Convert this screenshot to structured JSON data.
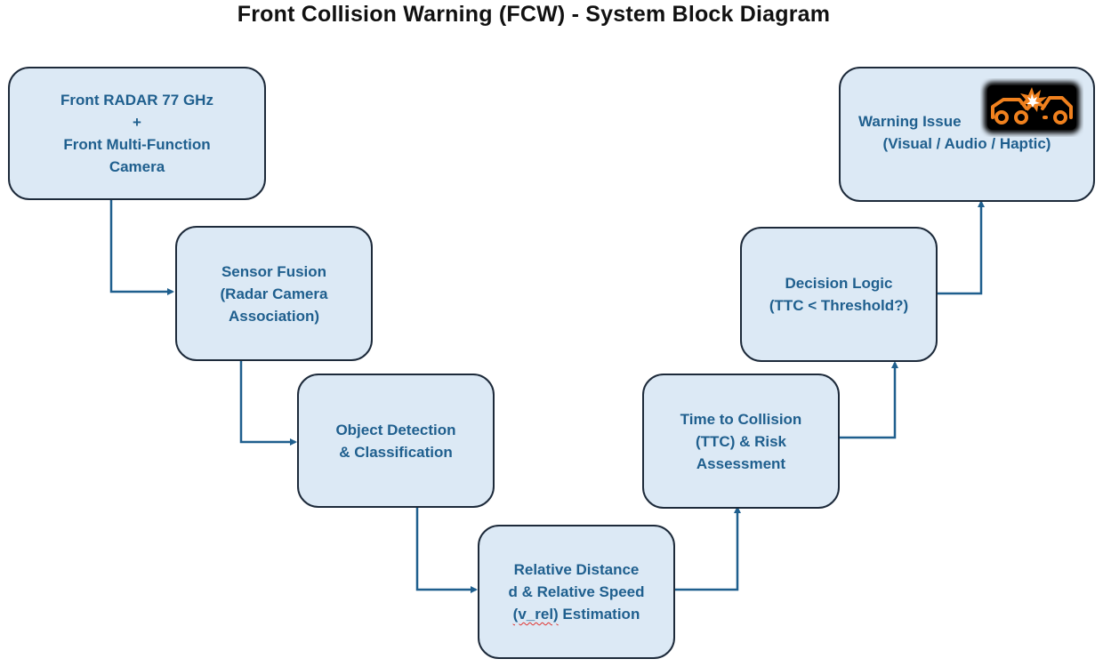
{
  "title": "Front Collision Warning (FCW) -  System Block Diagram",
  "colors": {
    "box_fill": "#dce9f5",
    "box_border": "#1d2a3a",
    "box_text": "#1f5f8e",
    "connector": "#1f5f8e",
    "icon_orange": "#f0811e"
  },
  "nodes": {
    "sensors": {
      "line1": "Front RADAR 77 GHz",
      "line2": "+",
      "line3": "Front Multi-Function",
      "line4": "Camera"
    },
    "fusion": {
      "line1": "Sensor Fusion",
      "line2": "(Radar Camera",
      "line3": "Association)"
    },
    "detection": {
      "line1": "Object Detection",
      "line2": "& Classification"
    },
    "estimation": {
      "line1": "Relative Distance",
      "line2": "d & Relative Speed",
      "line3_word": "(v_rel)",
      "line3_rest": " Estimation"
    },
    "ttc": {
      "line1": "Time to Collision",
      "line2": "(TTC) & Risk",
      "line3": "Assessment"
    },
    "decision": {
      "line1": "Decision Logic",
      "line2": "(TTC < Threshold?)"
    },
    "warning": {
      "line1": "Warning Issue",
      "line2": "(Visual / Audio / Haptic)",
      "icon": "collision-warning-icon"
    }
  }
}
